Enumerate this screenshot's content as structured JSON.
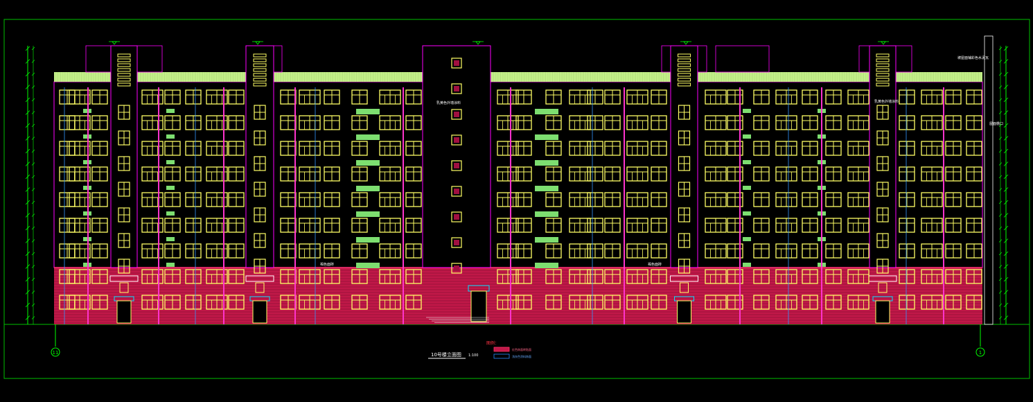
{
  "drawing": {
    "title_text": "10号楼立面图",
    "scale_text": "1:100",
    "legend_heading": "图例：",
    "legend_items": [
      {
        "label": "红色饰面砖贴面",
        "color": "#e0306a"
      },
      {
        "label": "浅灰色涂料饰面",
        "color": "#2a8cff"
      }
    ],
    "axis_left": "11",
    "axis_right": "1",
    "annotations": {
      "roof_note": "坡屋面铺彩色水泥瓦",
      "wall_note_left": "乳黄色外墙涂料",
      "wall_note_right": "乳黄色外墙涂料",
      "base_note_left": "褐色面砖",
      "base_note_right": "褐色面砖",
      "side_note": "屋面檐口"
    },
    "colors": {
      "frame": "#00ff00",
      "facade_outline": "#ff00ff",
      "window": "#ffff66",
      "balcony": "#7dde70",
      "roof_band": "#c8f58c",
      "brick_base": "#c01848",
      "pilaster": "#ff33cc",
      "dim_line": "#00ff00"
    }
  }
}
